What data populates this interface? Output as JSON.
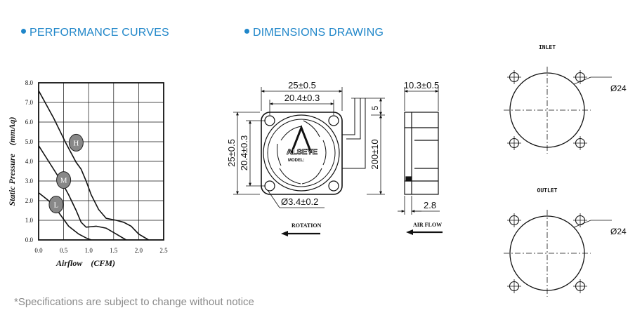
{
  "headings": {
    "performance": "PERFORMANCE CURVES",
    "dimensions": "DIMENSIONS DRAWING"
  },
  "footnote": "*Specifications are subject to change without notice",
  "colors": {
    "accent": "#1f86c9",
    "line": "#111111",
    "note": "#8a8a8a"
  },
  "chart_data": {
    "type": "line",
    "xlabel": "Airflow    (CFM)",
    "ylabel": "Static Pressure    (mmAq)",
    "xlim": [
      0,
      2.5
    ],
    "ylim": [
      0,
      8
    ],
    "xticks": [
      "0.0",
      "0.5",
      "1.0",
      "1.5",
      "2.0",
      "2.5"
    ],
    "yticks": [
      "0.0",
      "1.0",
      "2.0",
      "3.0",
      "4.0",
      "5.0",
      "6.0",
      "7.0",
      "8.0"
    ],
    "grid": true,
    "series": [
      {
        "name": "H",
        "points": [
          [
            0,
            7.6
          ],
          [
            0.3,
            6.2
          ],
          [
            0.55,
            4.9
          ],
          [
            0.75,
            3.95
          ],
          [
            0.85,
            3.6
          ],
          [
            0.95,
            3.0
          ],
          [
            1.05,
            2.3
          ],
          [
            1.2,
            1.55
          ],
          [
            1.35,
            1.1
          ],
          [
            1.55,
            1.0
          ],
          [
            1.7,
            0.9
          ],
          [
            1.85,
            0.7
          ],
          [
            2.0,
            0.3
          ],
          [
            2.2,
            0.0
          ]
        ]
      },
      {
        "name": "M",
        "points": [
          [
            0,
            4.8
          ],
          [
            0.2,
            4.0
          ],
          [
            0.45,
            3.0
          ],
          [
            0.6,
            2.3
          ],
          [
            0.75,
            1.5
          ],
          [
            0.85,
            0.9
          ],
          [
            0.95,
            0.65
          ],
          [
            1.15,
            0.7
          ],
          [
            1.35,
            0.6
          ],
          [
            1.55,
            0.3
          ],
          [
            1.75,
            0.0
          ]
        ]
      },
      {
        "name": "L",
        "points": [
          [
            0,
            2.4
          ],
          [
            0.2,
            2.0
          ],
          [
            0.4,
            1.4
          ],
          [
            0.6,
            0.7
          ],
          [
            0.8,
            0.3
          ],
          [
            0.95,
            0.1
          ],
          [
            1.05,
            0.0
          ]
        ]
      }
    ]
  },
  "drawing": {
    "fan_width": "25±0.5",
    "hole_spacing_h": "20.4±0.3",
    "fan_height": "25±0.5",
    "hole_spacing_v": "20.4±0.3",
    "hole_dia": "Ø3.4±0.2",
    "thickness": "10.3±0.5",
    "wire_offset": "5",
    "wire_length": "200±10",
    "flange": "2.8",
    "rotation": "ROTATION",
    "airflow": "AIR FLOW",
    "brand": "ALSEYE",
    "model": "MODEL:",
    "inlet": "INLET",
    "outlet": "OUTLET",
    "inlet_dia": "Ø24",
    "outlet_dia": "Ø24"
  }
}
